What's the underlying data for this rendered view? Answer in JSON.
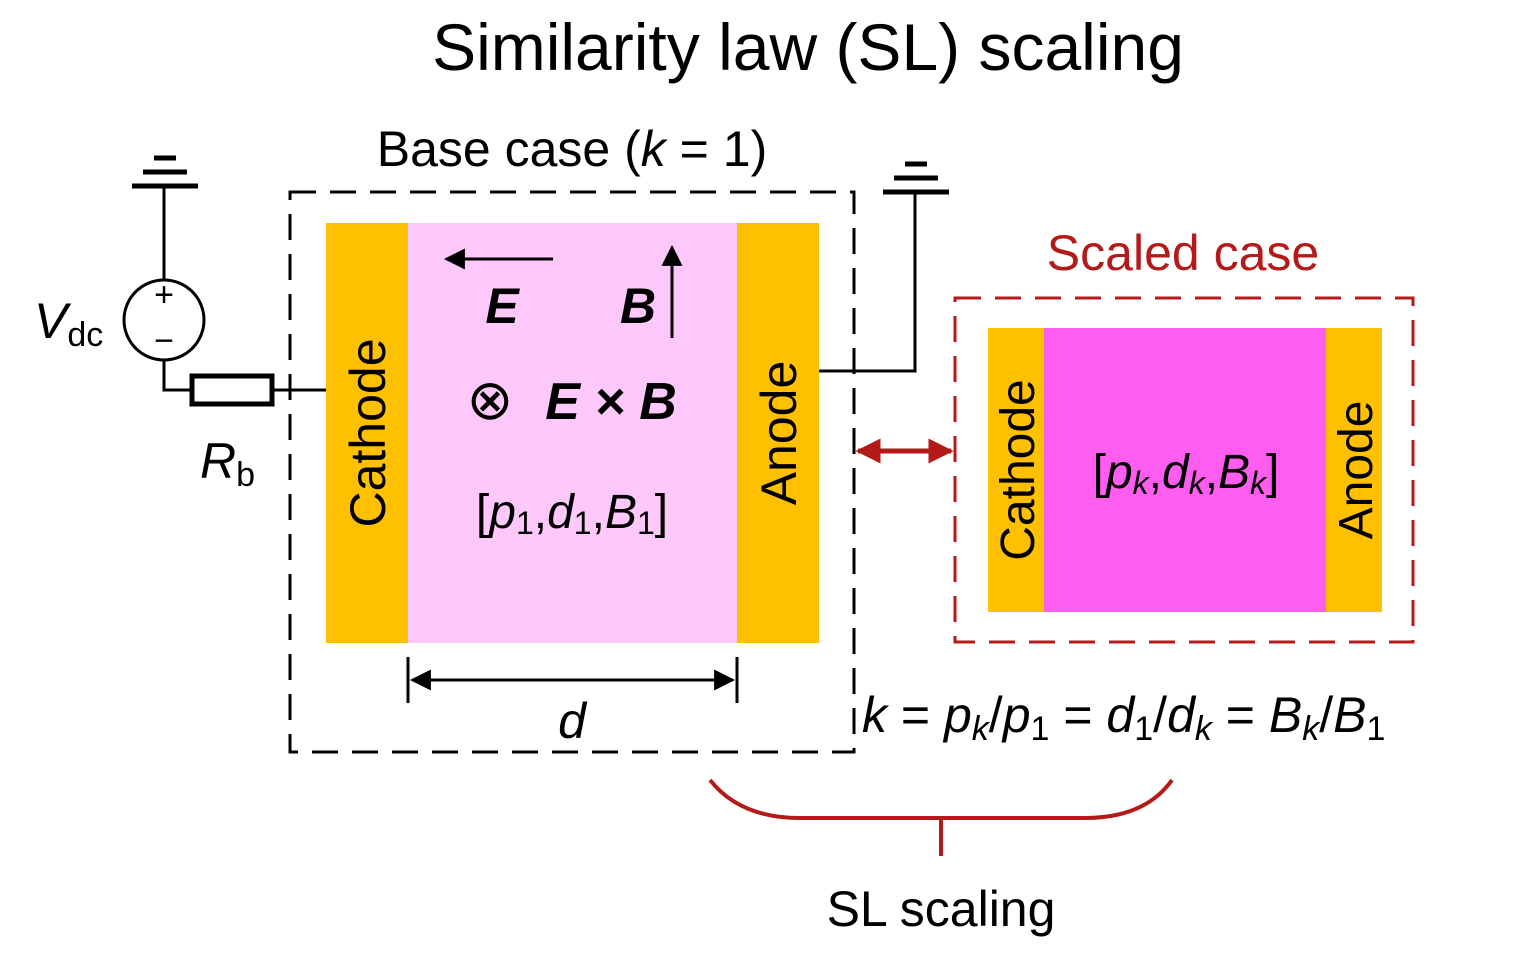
{
  "title": "Similarity law (SL) scaling",
  "base_case": {
    "label_prefix": "Base case (",
    "label_var": "k",
    "label_suffix": " = 1)",
    "cathode": "Cathode",
    "anode": "Anode",
    "e_label": "E",
    "b_label": "B",
    "exb_symbol": "⊗",
    "exb_text": "E × B",
    "params": {
      "open": "[",
      "p": "p",
      "p_sub": "1",
      "d": "d",
      "d_sub": "1",
      "b": "B",
      "b_sub": "1",
      "close": "]",
      "comma": ","
    },
    "gap_label": "d"
  },
  "scaled_case": {
    "label": "Scaled case",
    "cathode": "Cathode",
    "anode": "Anode",
    "params": {
      "open": "[",
      "p": "p",
      "p_sub": "k",
      "d": "d",
      "d_sub": "k",
      "b": "B",
      "b_sub": "k",
      "close": "]",
      "comma": ","
    }
  },
  "circuit": {
    "voltage_var": "V",
    "voltage_sub": "dc",
    "resistor_var": "R",
    "resistor_sub": "b",
    "plus": "+",
    "minus": "−"
  },
  "equation": {
    "k": "k",
    "eq": " = ",
    "p": "p",
    "k_sub": "k",
    "slash": "/",
    "one_sub": "1",
    "d": "d",
    "B": "B"
  },
  "sl_label": "SL scaling",
  "colors": {
    "electrode": "#ffc000",
    "base_plasma": "#ffc8fa",
    "scaled_plasma": "#ff5cf0",
    "scaled_accent": "#b41a1a",
    "line": "#000000"
  }
}
